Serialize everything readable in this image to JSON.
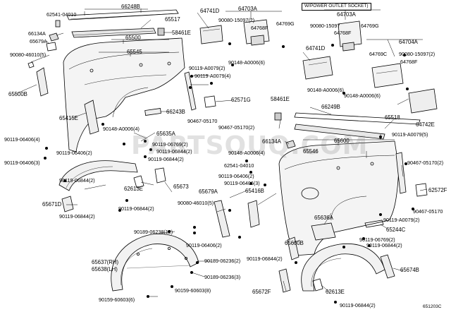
{
  "diagram_id": "651203C",
  "watermark": "PARTSOUQ.COM",
  "note_box": "W/POWER OUTLET SOCKET)",
  "labels": {
    "l_62541_04010_a": "62541-04010",
    "l_66248b": "66248B",
    "l_66134a_a": "66134A",
    "l_65679a": "65679A",
    "l_90080_46010_a": "90080-46010(5)",
    "l_65517": "65517",
    "l_58461e_a": "58461E",
    "l_65500": "65500",
    "l_65545": "65545",
    "l_64741d_a": "64741D",
    "l_64703a_a": "64703A",
    "l_90080_15097_a": "90080-15097(2)",
    "l_64768f_a": "64768F",
    "l_64769g_a": "64769G",
    "l_90148_a": "90148-A0006(6)",
    "l_90119_a0079_4": "90119-A0079(4)",
    "l_90119_a0079_2": "90119-A0079(2)",
    "l_65500b": "65500B",
    "l_65415e": "65415E",
    "l_90148_a0006_4": "90148-A0006(4)",
    "l_62571g": "62571G",
    "l_66243b": "66243B",
    "l_90467_05170": "90467-05170",
    "l_90467_05170_2": "90467-05170(2)",
    "l_90119_06406_4": "90119-06406(4)",
    "l_65635a": "65635A",
    "l_90119_06769_2_a": "90119-06769(2)",
    "l_90119_06406_2": "90119-06406(2)",
    "l_90119_06844_2_a": "90119-06844(2)",
    "l_90119_06406_3": "90119-06406(3)",
    "l_90119_06844_2_b": "90119-06844(2)",
    "l_62613e_a": "62613E",
    "l_65673": "65673",
    "l_90119_06844_2_c": "90119-06844(2)",
    "l_65671d": "65671D",
    "l_90119_06844_2_d": "90119-06844(2)",
    "l_90119_06844_2_e": "90119-06844(2)",
    "l_90189_06238": "90189-06238(12)",
    "l_65637": "65637(RH)",
    "l_65638": "65638(LH)",
    "l_90189_06236_2": "90189-06236(2)",
    "l_90189_06236_3": "90189-06236(3)",
    "l_90159_60603_8": "90159-60603(8)",
    "l_90159_60603_6": "90159-60603(6)",
    "l_64703a_b": "64703A",
    "l_90080_15097_b": "90080-15097",
    "l_64769g_b": "64769G",
    "l_64768f_b": "64768F",
    "l_64741d_b": "64741D",
    "l_64704a": "64704A",
    "l_64769c": "64769C",
    "l_90080_15097_c": "90080-15097(2)",
    "l_64768f_c": "64768F",
    "l_90148_a0006_6_b": "90148-A0006(6)",
    "l_90148_a0006_6_c": "90148-A0006(6)",
    "l_64742e": "64742E",
    "l_58461e_b": "58461E",
    "l_66249b": "66249B",
    "l_65518": "65518",
    "l_66134a_b": "66134A",
    "l_65600": "65600",
    "l_90119_a0079_5": "90119-A0079(5)",
    "l_65546": "65546",
    "l_90148_a0006_4_b": "90148-A0006(4)",
    "l_62541_04010_b": "62541-04010",
    "l_90467_05170_2_b": "90467-05170(2)",
    "l_90119_06406_2_b": "90119-06406(2)",
    "l_90119_06406_3_b": "90119-06406(3)",
    "l_65416b": "65416B",
    "l_65679a_b": "65679A",
    "l_62572f": "62572F",
    "l_90080_46010_5_b": "90080-46010(5)",
    "l_90467_05170_b": "90467-05170",
    "l_90119_a0079_2_b": "90119-A0079(2)",
    "l_65636a": "65636A",
    "l_65244c": "65244C",
    "l_90119_06769_2_b": "90119-06769(2)",
    "l_65600b": "65600B",
    "l_90119_06844_2_f": "90119-06844(2)",
    "l_90119_06406_2_c": "90119-06406(2)",
    "l_90119_06844_2_g": "90119-06844(2)",
    "l_65674b": "65674B",
    "l_62613e_b": "62613E",
    "l_65672f": "65672F",
    "l_90119_06844_2_h": "90119-06844(2)"
  }
}
